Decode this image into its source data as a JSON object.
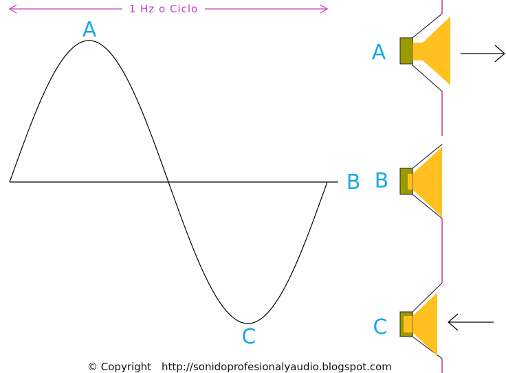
{
  "header": {
    "cycle_label": "1 Hz o Ciclo"
  },
  "wave": {
    "peak_label": "A",
    "baseline_label": "B",
    "trough_label": "C"
  },
  "speakers": [
    {
      "label": "A",
      "state": "pushed-out",
      "arrow": "right-arrow-icon"
    },
    {
      "label": "B",
      "state": "rest",
      "arrow": ""
    },
    {
      "label": "C",
      "state": "pulled-in",
      "arrow": "left-arrow-icon"
    }
  ],
  "footer": {
    "copyright": "© Copyright",
    "url": "http://sonidoprofesionalyaudio.blogspot.com"
  },
  "colors": {
    "wave_stroke": "#000000",
    "cycle_accent": "#c43bc4",
    "label_blue": "#1aa7e8",
    "magnet": "#9a9a00",
    "cone": "#ffc020",
    "baffle": "#c0388a"
  }
}
